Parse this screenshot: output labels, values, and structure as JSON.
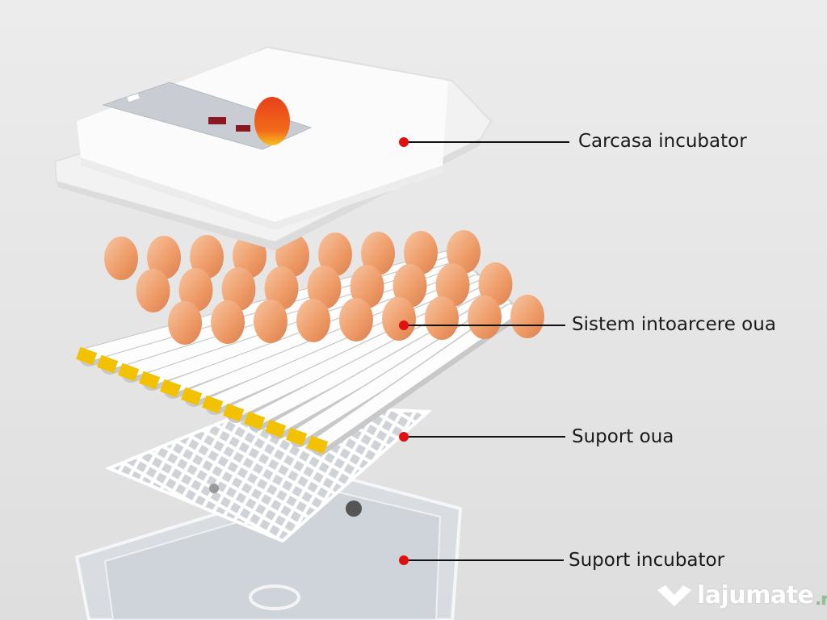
{
  "callouts": [
    {
      "label": "Carcasa incubator"
    },
    {
      "label": "Sistem intoarcere oua"
    },
    {
      "label": "Suport oua"
    },
    {
      "label": "Suport incubator"
    }
  ],
  "watermark": {
    "text": "lajumate",
    "suffix": ".ro"
  },
  "colors": {
    "dot": "#e01010",
    "egg": "#f0a070",
    "roller_end": "#f2c200",
    "lid": "#fafafa"
  }
}
